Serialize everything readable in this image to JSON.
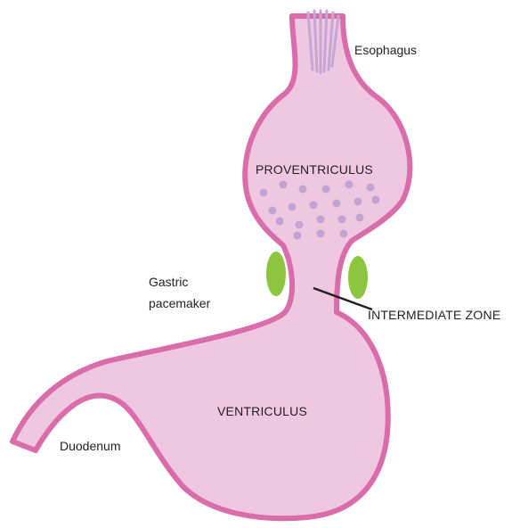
{
  "labels": {
    "esophagus": "Esophagus",
    "proventriculus": "PROVENTRICULUS",
    "gastric_pacemaker_line1": "Gastric",
    "gastric_pacemaker_line2": "pacemaker",
    "intermediate_zone": "INTERMEDIATE ZONE",
    "ventriculus": "VENTRICULUS",
    "duodenum": "Duodenum"
  },
  "colors": {
    "organ_fill": "#efc7e0",
    "organ_outline": "#d96daa",
    "gland_dots": "#c2a3d3",
    "esophagus_streaks": "#c5a6d6",
    "pacemaker": "#8cc63f",
    "pointer_line": "#231f20",
    "text": "#231f20"
  }
}
